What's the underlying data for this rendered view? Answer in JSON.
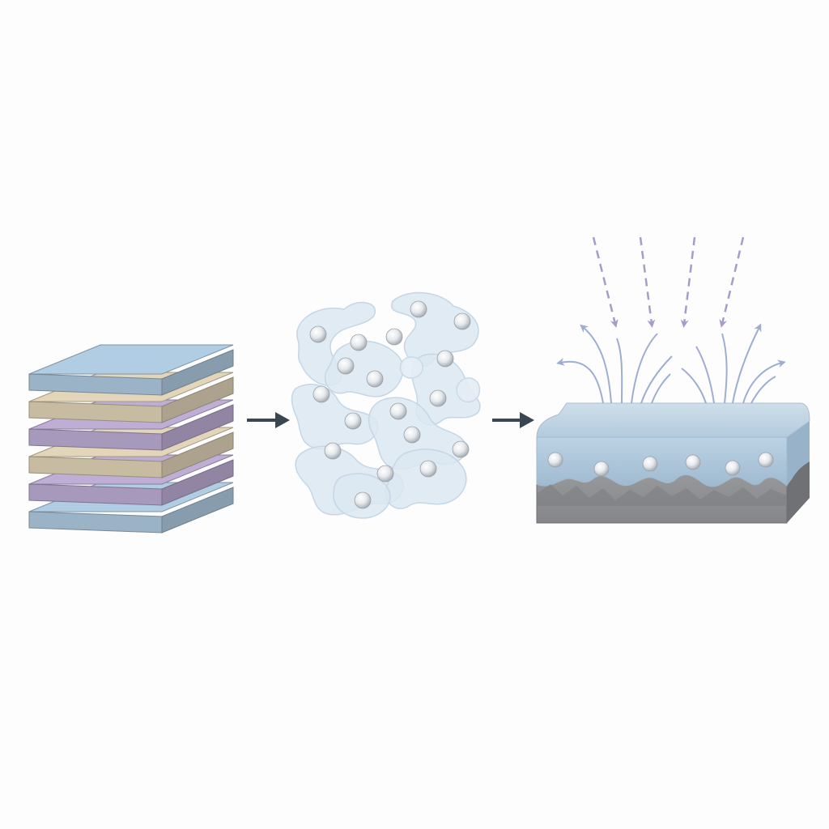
{
  "diagram": {
    "background": "#fdfdfe",
    "stages": [
      {
        "id": "layered-stack",
        "layers": [
          {
            "material": "blue",
            "color": "#a9c3d8"
          },
          {
            "material": "purple",
            "color": "#b5a6cc"
          },
          {
            "material": "tan",
            "color": "#d8cbb0"
          },
          {
            "material": "purple",
            "color": "#b5a6cc"
          },
          {
            "material": "tan",
            "color": "#d8cbb0"
          },
          {
            "material": "blue",
            "color": "#a9c3d8"
          }
        ]
      },
      {
        "id": "dispersed-flakes",
        "particle_count": 18,
        "flake_color": "#dbe7f1",
        "particle_color": "#e9ecee"
      },
      {
        "id": "coated-substrate",
        "coating_color": "#b9d0e2",
        "substrate_color": "#8e8f91",
        "embedded_particle_count": 6,
        "incoming_arrow_count": 4,
        "incoming_arrow_color": "#a79cc9",
        "outgoing_arrow_count": 14,
        "outgoing_arrow_color": "#9eaed0"
      }
    ],
    "process_arrow_color": "#3a4652"
  }
}
